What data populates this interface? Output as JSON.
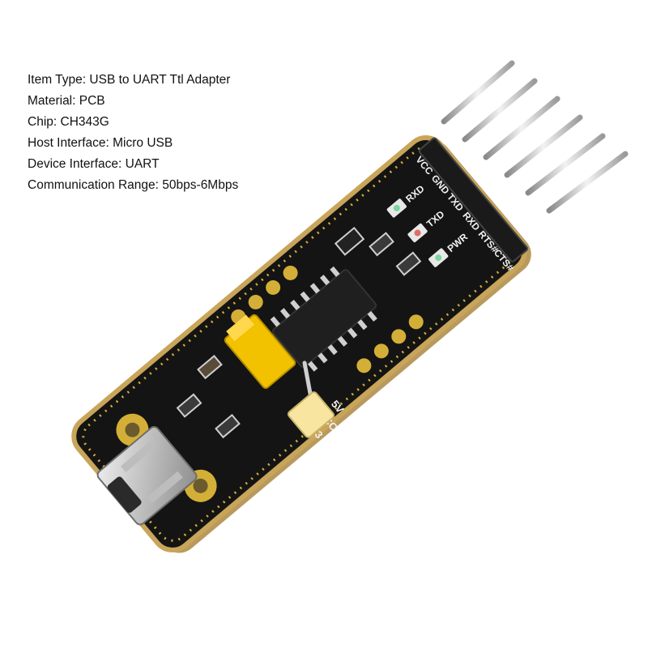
{
  "specs": [
    {
      "label": "Item Type",
      "value": "USB to UART Ttl Adapter"
    },
    {
      "label": "Material",
      "value": "PCB"
    },
    {
      "label": "Chip",
      "value": "CH343G"
    },
    {
      "label": "Host Interface",
      "value": "Micro USB"
    },
    {
      "label": "Device Interface",
      "value": "UART"
    },
    {
      "label": "Communication Range",
      "value": "50bps-6Mbps"
    }
  ],
  "board": {
    "header_pins": [
      "VCC",
      "GND",
      "TXD",
      "RXD",
      "RTS#",
      "CTS#"
    ],
    "leds": [
      "RXD",
      "TXD",
      "PWR"
    ],
    "jumper_labels": {
      "low": "3V3",
      "mid": "VCC",
      "high": "5V"
    },
    "colors": {
      "pcb": "#141414",
      "pcb_edge": "#c9a55a",
      "gold_pad": "#d4af37",
      "jumper": "#f2c200",
      "connector": "#c9c9c9"
    }
  }
}
